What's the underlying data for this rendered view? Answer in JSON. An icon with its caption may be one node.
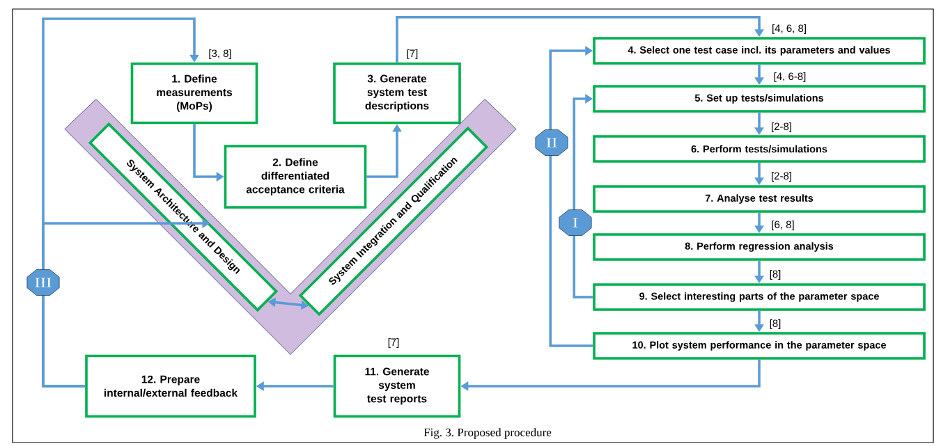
{
  "diagram": {
    "caption": "Fig. 3. Proposed procedure",
    "nodes": [
      {
        "text": [
          "1. Define measurements (MoPs)"
        ],
        "beside": [
          "[3, 8]"
        ]
      },
      {
        "text": [
          "2. Define differentiated acceptance criteria"
        ]
      },
      {
        "text": [
          "3. Generate system test descriptions"
        ],
        "beside": [
          "[7]"
        ]
      },
      {
        "text": [],
        "shape": "band"
      },
      {
        "text": [
          "System Architecture and Design"
        ],
        "in": 3
      },
      {
        "text": [
          "System Integration and Qualification"
        ],
        "in": 3
      },
      {
        "text": [
          "4. Select one test case incl. its parameters and values"
        ],
        "beside": [
          "[4, 6, 8]"
        ]
      },
      {
        "text": [
          "5. Set up tests/simulations"
        ],
        "beside": [
          "[4, 6-8]"
        ]
      },
      {
        "text": [
          "6. Perform tests/simulations"
        ],
        "beside": [
          "[2-8]"
        ]
      },
      {
        "text": [
          "7. Analyse test results"
        ],
        "beside": [
          "[2-8]"
        ]
      },
      {
        "text": [
          "8. Perform regression analysis"
        ],
        "beside": [
          "[6, 8]"
        ]
      },
      {
        "text": [
          "9. Select interesting parts of the parameter space"
        ],
        "beside": [
          "[8]"
        ]
      },
      {
        "text": [
          "10. Plot system performance in the parameter space"
        ],
        "beside": [
          "[8]"
        ]
      },
      {
        "text": [
          "11. Generate system test reports"
        ],
        "beside": [
          "[7]"
        ]
      },
      {
        "text": [
          "12. Prepare internal/external feedback"
        ]
      }
    ],
    "edges": [
      {
        "from": 0,
        "to": 1,
        "arrow": "to"
      },
      {
        "from": 1,
        "to": 2,
        "arrow": "to"
      },
      {
        "from": 2,
        "to": 6,
        "arrow": "to"
      },
      {
        "from": 6,
        "to": 7,
        "arrow": "to"
      },
      {
        "from": 7,
        "to": 8,
        "arrow": "to"
      },
      {
        "from": 8,
        "to": 9,
        "arrow": "to"
      },
      {
        "from": 9,
        "to": 10,
        "arrow": "to"
      },
      {
        "from": 10,
        "to": 11,
        "arrow": "to"
      },
      {
        "from": 11,
        "to": 12,
        "arrow": "to"
      },
      {
        "from": 12,
        "to": 13,
        "arrow": "to"
      },
      {
        "from": 13,
        "to": 14,
        "arrow": "to"
      },
      {
        "from": 11,
        "to": 7,
        "arrow": "to",
        "label": "I"
      },
      {
        "from": 12,
        "to": 6,
        "arrow": "to",
        "label": "II"
      },
      {
        "from": 14,
        "to": 0,
        "arrow": "to",
        "label": "III"
      },
      {
        "from": 14,
        "to": 4,
        "arrow": "to"
      },
      {
        "from": 4,
        "to": 5,
        "arrow": "both"
      }
    ]
  }
}
